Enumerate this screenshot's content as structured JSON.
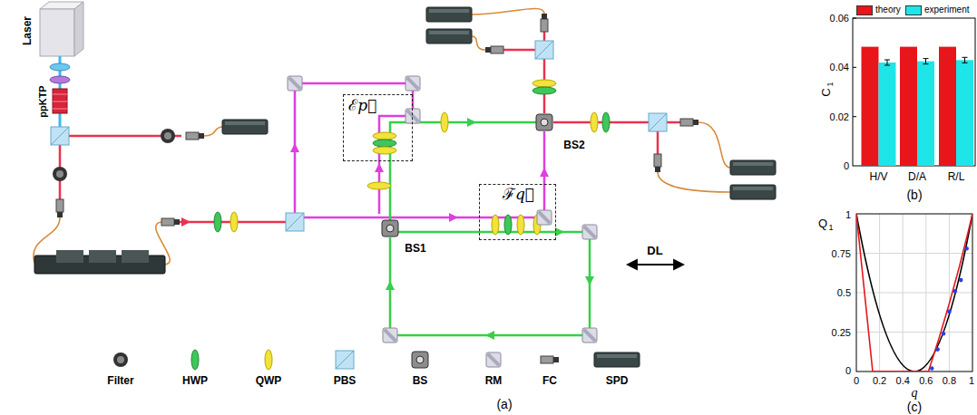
{
  "diagram": {
    "nodes": [
      {
        "text": [
          "ℰp⃗"
        ]
      },
      {
        "text": [
          "ℱq⃗"
        ]
      }
    ],
    "labels": [
      "Laser",
      "ppKTP",
      "BS1",
      "BS2",
      "DL",
      "(a)",
      "0.06",
      "0.04",
      "0.02",
      "0",
      "C",
      "1",
      "H/V",
      "D/A",
      "R/L",
      "(b)",
      "1",
      "0.75",
      "0.5",
      "0.25",
      "0",
      "Q",
      "1",
      "0",
      "0.2",
      "0.4",
      "0.6",
      "0.8",
      "1",
      "q",
      "(c)"
    ],
    "legend": [
      {
        "text": "Filter"
      },
      {
        "text": "HWP"
      },
      {
        "text": "QWP"
      },
      {
        "text": "PBS"
      },
      {
        "text": "BS"
      },
      {
        "text": "RM"
      },
      {
        "text": "FC"
      },
      {
        "text": "SPD"
      },
      {
        "text": "theory",
        "color": "#e8151b"
      },
      {
        "text": "experiment",
        "color": "#1ee5e8"
      }
    ]
  }
}
